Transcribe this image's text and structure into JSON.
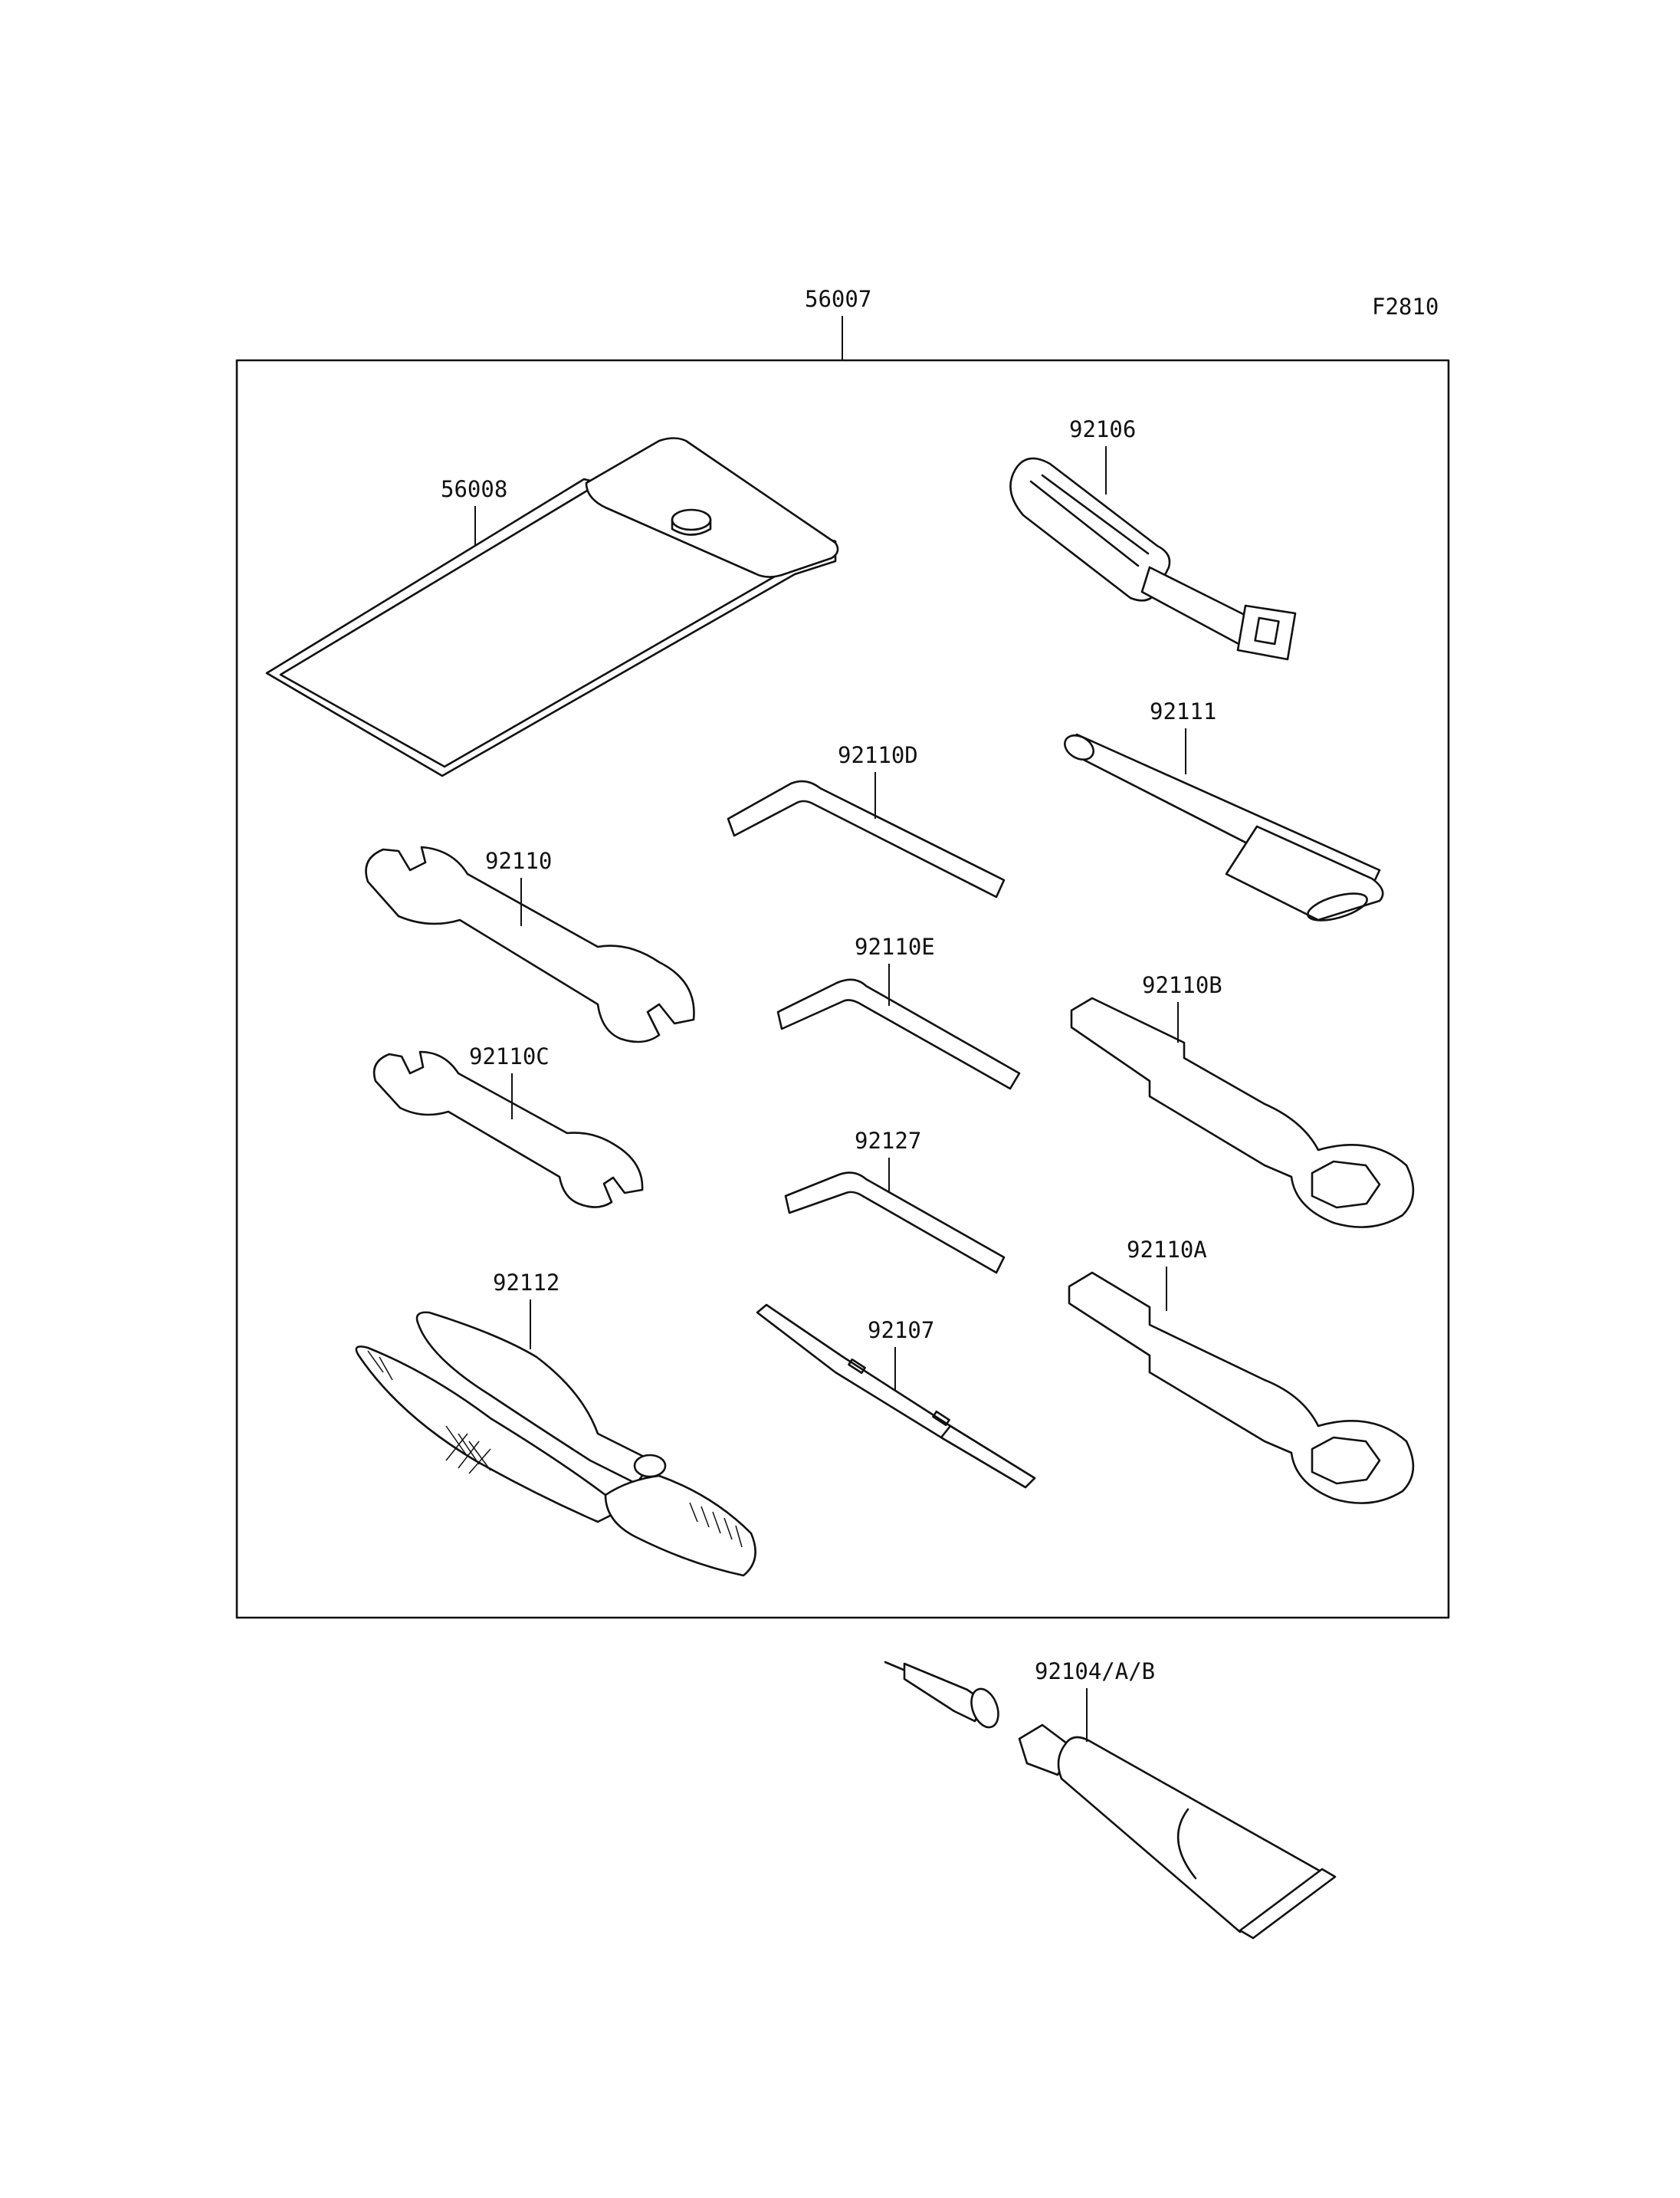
{
  "figure_code": "F2810",
  "assembly": {
    "number": "56007"
  },
  "parts": [
    {
      "id": "p-56008",
      "number": "56008"
    },
    {
      "id": "p-92106",
      "number": "92106"
    },
    {
      "id": "p-92110D",
      "number": "92110D"
    },
    {
      "id": "p-92111",
      "number": "92111"
    },
    {
      "id": "p-92110",
      "number": "92110"
    },
    {
      "id": "p-92110E",
      "number": "92110E"
    },
    {
      "id": "p-92110B",
      "number": "92110B"
    },
    {
      "id": "p-92110C",
      "number": "92110C"
    },
    {
      "id": "p-92127",
      "number": "92127"
    },
    {
      "id": "p-92110A",
      "number": "92110A"
    },
    {
      "id": "p-92112",
      "number": "92112"
    },
    {
      "id": "p-92107",
      "number": "92107"
    },
    {
      "id": "p-92104",
      "number": "92104/A/B"
    }
  ],
  "colors": {
    "line": "#111111",
    "background": "#ffffff"
  }
}
